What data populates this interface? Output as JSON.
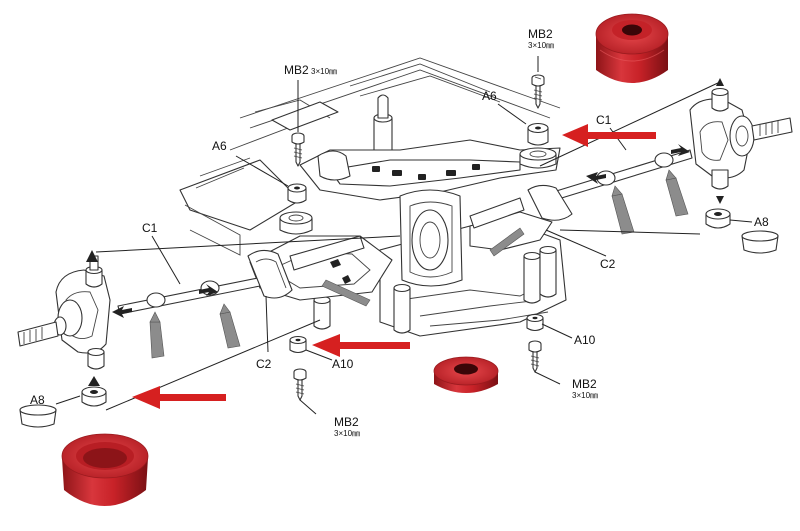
{
  "colors": {
    "accent_red": "#d62020",
    "part_red": "#c8242c",
    "ink": "#222222",
    "paper": "#ffffff"
  },
  "labels": {
    "mb2_top": "MB2",
    "mb2_top_size": "3×10㎜",
    "mb2_left": "MB2",
    "mb2_left_size": "3×10㎜",
    "mb2_bottom": "MB2",
    "mb2_bottom_size": "3×10㎜",
    "mb2_right": "MB2",
    "mb2_right_size": "3×10㎜",
    "a6_left": "A6",
    "a6_right": "A6",
    "c1_left": "C1",
    "c1_right": "C1",
    "c2_left": "C2",
    "c2_right": "C2",
    "a10_left": "A10",
    "a10_right": "A10",
    "a8_left": "A8",
    "a8_right": "A8"
  },
  "icons": {
    "red_arrows": "arrow-left-icon",
    "grey_arrows": "grease-pointer-icon",
    "red_parts": "aluminum-spacer-icon"
  }
}
